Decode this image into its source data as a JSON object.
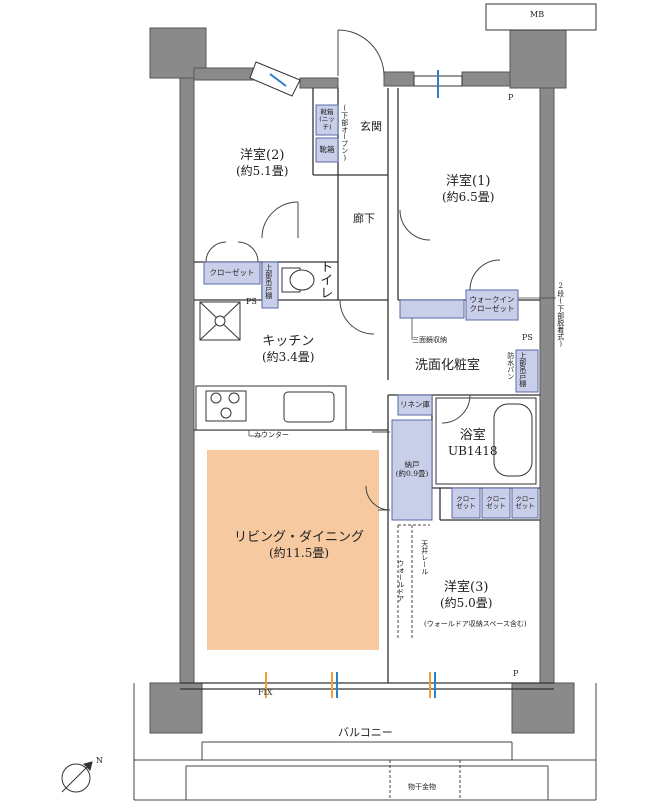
{
  "rooms": {
    "western2": {
      "name": "洋室(2)",
      "size": "(約5.1畳)"
    },
    "western1": {
      "name": "洋室(1)",
      "size": "(約6.5畳)"
    },
    "western3": {
      "name": "洋室(3)",
      "size": "(約5.0畳)",
      "note": "(ウォールドア収納スペース含む)"
    },
    "kitchen": {
      "name": "キッチン",
      "size": "(約3.4畳)"
    },
    "living": {
      "name": "リビング・ダイニング",
      "size": "(約11.5畳)"
    },
    "washroom": {
      "name": "洗面化粧室"
    },
    "bath": {
      "name": "浴室",
      "size": "UB1418"
    },
    "toilet": {
      "name": "トイレ"
    },
    "entrance": {
      "name": "玄関"
    },
    "hallway": {
      "name": "廊下"
    },
    "balcony": {
      "name": "バルコニー"
    }
  },
  "fixtures": {
    "mb": "MB",
    "p1": "P",
    "p2": "P",
    "ps1": "PS",
    "ps2": "PS",
    "fix": "FIX",
    "counter": "カウンター",
    "shoe1": "靴箱\n(ニッチ)",
    "shoe2": "靴箱",
    "shoe_note": "(下部オープン)",
    "upper_shelf_toilet": "上部吊戸棚",
    "closet_w2": "クローゼット",
    "walkin": "ウォークイン\nクローゼット",
    "walkin_note": "2段(下部脱着式)",
    "mirror_storage": "三面鏡収納",
    "upper_shelf_wash": "上部吊戸棚",
    "waterproof_pan": "防水パン",
    "linen": "リネン庫",
    "storage": "納戸\n(約0.9畳)",
    "closet_a": "クロー\nゼット",
    "closet_b": "クロー\nゼット",
    "closet_c": "クロー\nゼット",
    "ceiling_rail": "天井レール",
    "wall_door": "ウォールドア",
    "drying_hardware": "物干金物",
    "north": "N"
  },
  "colors": {
    "wall": "#8a8a8a",
    "storage_fill": "#c9cfe8",
    "storage_stroke": "#5a6aa8",
    "ld_fill": "#f6c9a1",
    "window_blue": "#2e7fc8",
    "window_orange": "#f2a033"
  }
}
